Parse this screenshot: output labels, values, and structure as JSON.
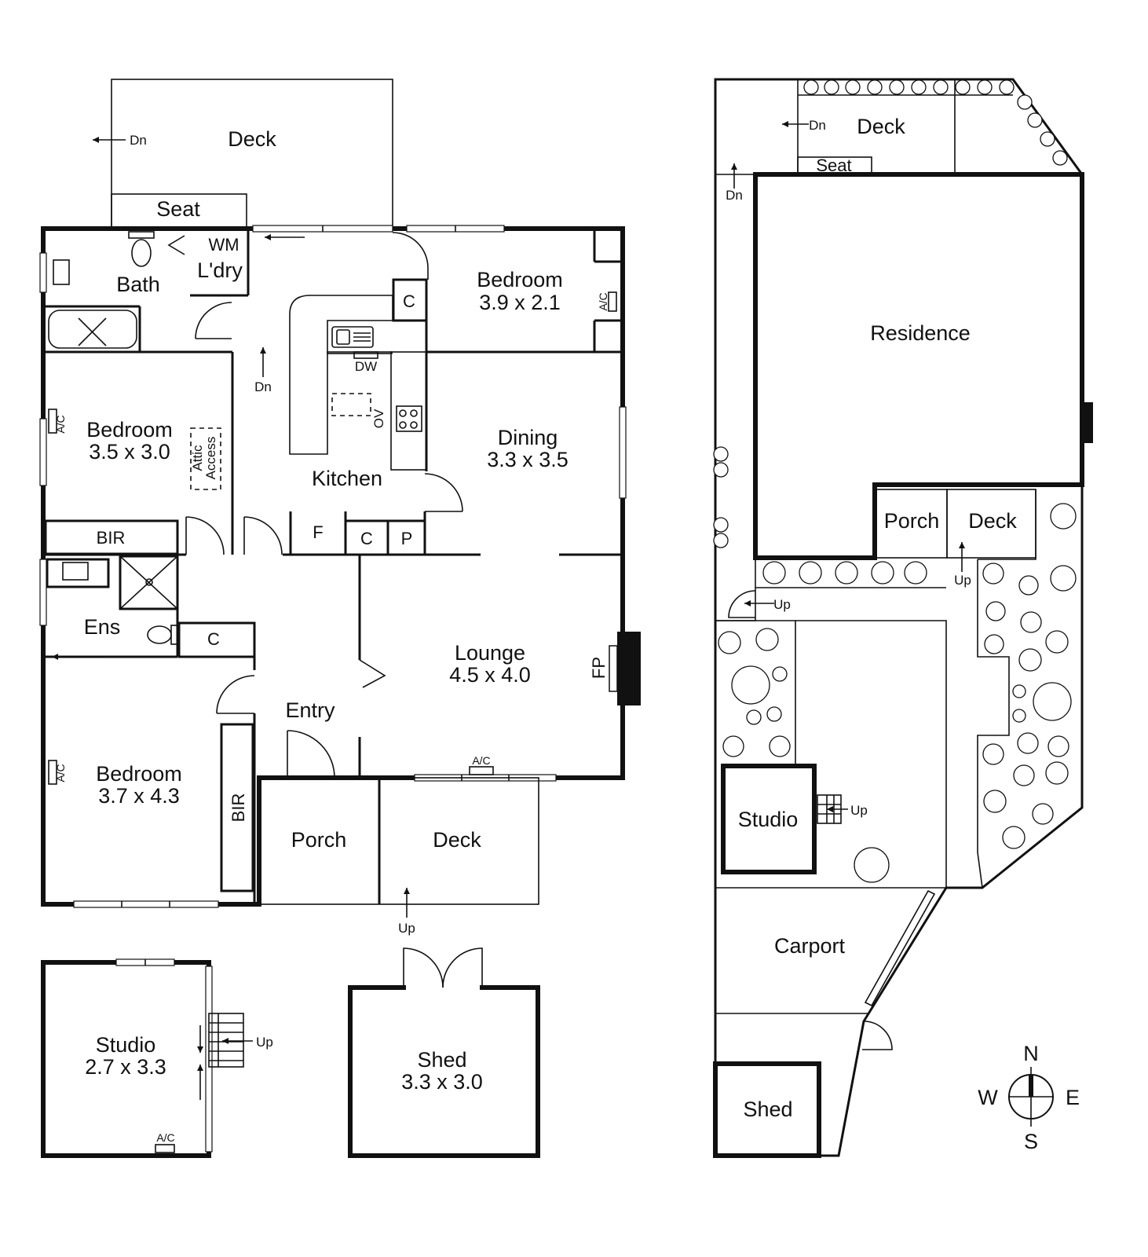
{
  "floorplan": {
    "main_house": {
      "deck_rear": "Deck",
      "seat": "Seat",
      "dn_deck": "Dn",
      "wm": "WM",
      "laundry": "L'dry",
      "bath": "Bath",
      "cupboard_kitchen": "C",
      "bedroom_ne_name": "Bedroom",
      "bedroom_ne_dims": "3.9 x 2.1",
      "ac_ne": "A/C",
      "dw": "DW",
      "dn_kitchen": "Dn",
      "ov": "OV",
      "bedroom_w_name": "Bedroom",
      "bedroom_w_dims": "3.5 x 3.0",
      "attic": "Attic",
      "access": "Access",
      "ac_w": "A/C",
      "kitchen": "Kitchen",
      "dining_name": "Dining",
      "dining_dims": "3.3 x 3.5",
      "bir_top": "BIR",
      "f": "F",
      "c_pantry": "C",
      "p": "P",
      "ens": "Ens",
      "c_ens": "C",
      "lounge_name": "Lounge",
      "lounge_dims": "4.5 x 4.0",
      "fp": "FP",
      "entry": "Entry",
      "ac_lounge": "A/C",
      "bedroom_sw_name": "Bedroom",
      "bedroom_sw_dims": "3.7 x 4.3",
      "ac_sw": "A/C",
      "bir_sw": "BIR",
      "porch": "Porch",
      "deck_front": "Deck",
      "up_front": "Up"
    },
    "studio": {
      "name": "Studio",
      "dims": "2.7 x 3.3",
      "up": "Up",
      "ac": "A/C"
    },
    "shed": {
      "name": "Shed",
      "dims": "3.3 x 3.0"
    },
    "site_plan": {
      "deck": "Deck",
      "dn_deck": "Dn",
      "seat": "Seat",
      "dn_side": "Dn",
      "residence": "Residence",
      "porch": "Porch",
      "deck_front": "Deck",
      "up_deck": "Up",
      "up_side": "Up",
      "studio": "Studio",
      "up_studio": "Up",
      "carport": "Carport",
      "shed": "Shed"
    },
    "compass": {
      "n": "N",
      "s": "S",
      "e": "E",
      "w": "W"
    }
  }
}
